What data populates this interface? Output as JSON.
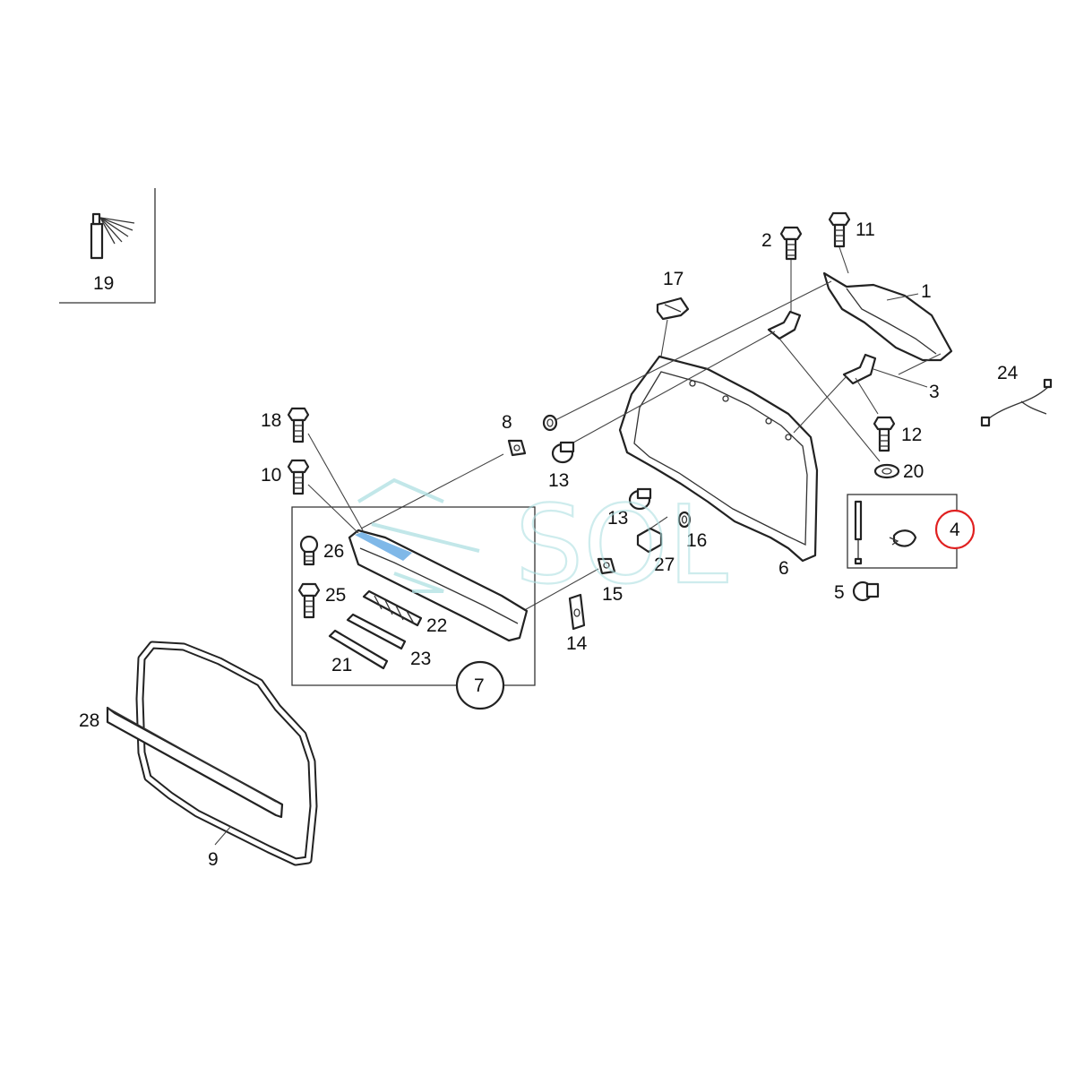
{
  "watermark": {
    "text": "SOL"
  },
  "callouts": {
    "p1": "1",
    "p2": "2",
    "p3": "3",
    "p4": "4",
    "p5": "5",
    "p6": "6",
    "p7": "7",
    "p8": "8",
    "p9": "9",
    "p10": "10",
    "p11": "11",
    "p12": "12",
    "p13a": "13",
    "p13b": "13",
    "p14": "14",
    "p15": "15",
    "p16": "16",
    "p17": "17",
    "p18": "18",
    "p19": "19",
    "p20": "20",
    "p21": "21",
    "p22": "22",
    "p23": "23",
    "p24": "24",
    "p25": "25",
    "p26": "26",
    "p27": "27",
    "p28": "28"
  },
  "highlight": {
    "part": "4",
    "color": "#e02020"
  },
  "colors": {
    "line": "#222222",
    "watermark": "#aee0e2",
    "highlight_fill": "#7fb8e8"
  }
}
